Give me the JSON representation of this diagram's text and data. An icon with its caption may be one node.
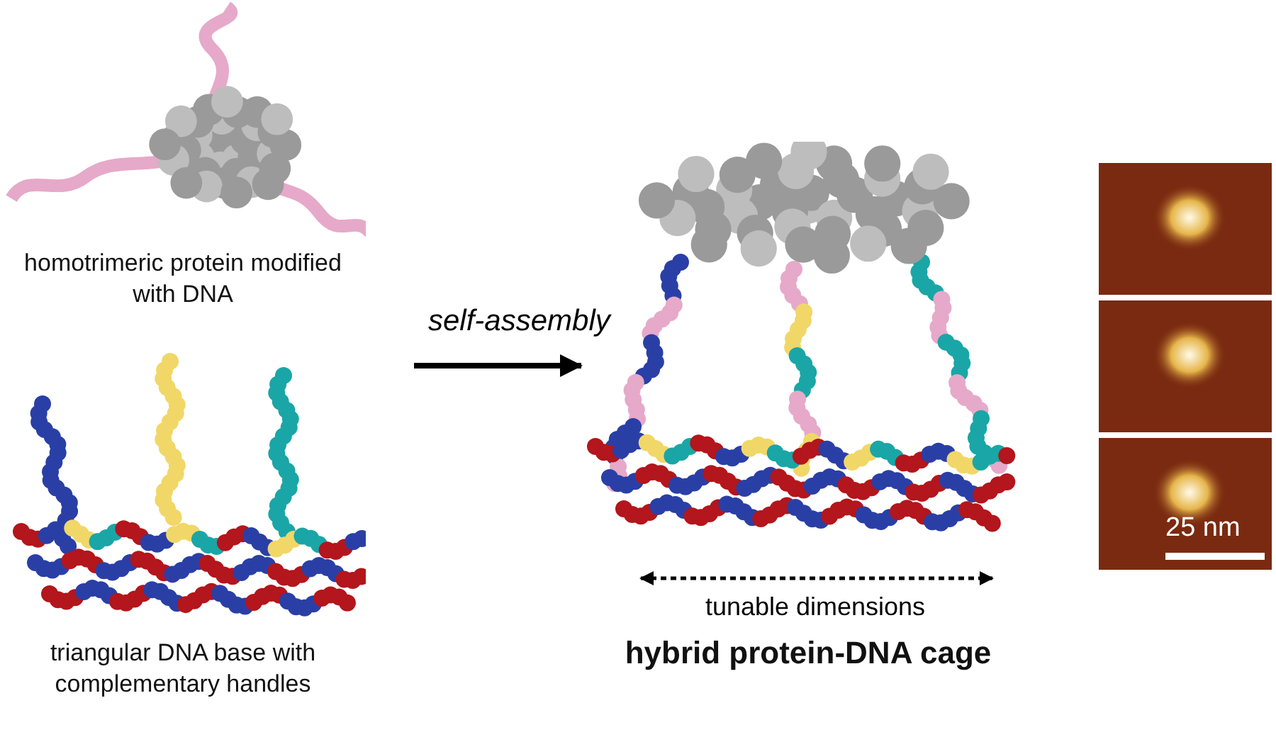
{
  "diagram": {
    "nodes": [
      {
        "text": [
          "homotrimeric protein modified with DNA"
        ]
      },
      {
        "text": [
          "triangular DNA base with complementary handles"
        ]
      },
      {
        "text": [
          "hybrid protein-DNA cage"
        ]
      },
      {
        "text": [],
        "shape": "picture"
      },
      {
        "text": [],
        "shape": "picture"
      },
      {
        "text": [],
        "shape": "picture"
      }
    ],
    "edges": [
      {
        "from": null,
        "to": 2,
        "arrow": "to",
        "label": "self-assembly"
      }
    ],
    "labels": [
      "tunable dimensions",
      "25 nm"
    ]
  }
}
